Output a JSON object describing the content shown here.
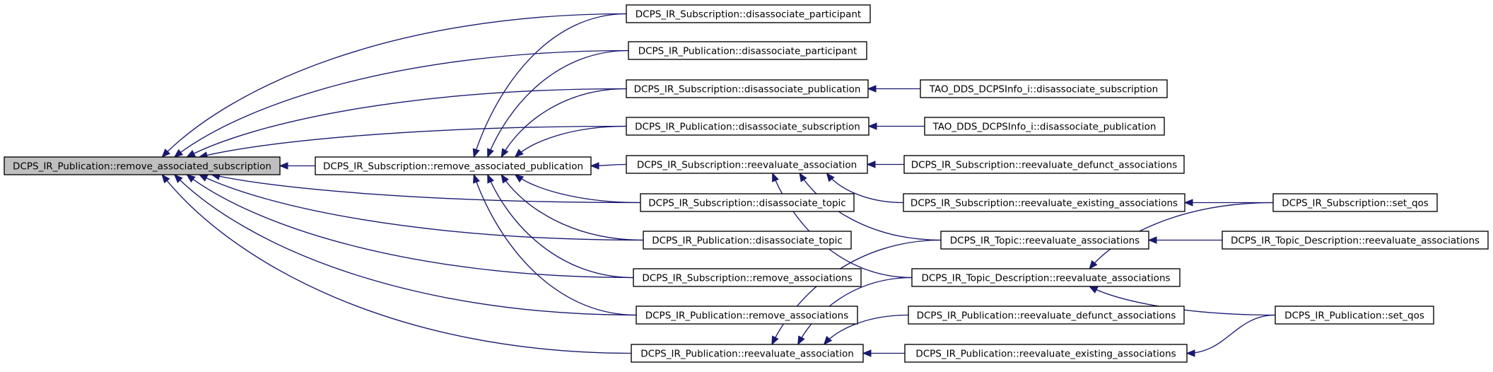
{
  "diagram": {
    "type": "caller-graph",
    "colors": {
      "edge": "#191970",
      "root_fill": "#bfbfbf",
      "node_fill": "#ffffff",
      "border": "#000000"
    },
    "nodes": [
      {
        "id": "pub_remove_assoc_sub",
        "label": "DCPS_IR_Publication::remove_associated_subscription",
        "root": true
      },
      {
        "id": "sub_remove_assoc_pub",
        "label": "DCPS_IR_Subscription::remove_associated_publication"
      },
      {
        "id": "sub_disassoc_participant",
        "label": "DCPS_IR_Subscription::disassociate_participant"
      },
      {
        "id": "pub_disassoc_participant",
        "label": "DCPS_IR_Publication::disassociate_participant"
      },
      {
        "id": "sub_disassoc_publication",
        "label": "DCPS_IR_Subscription::disassociate_publication"
      },
      {
        "id": "pub_disassoc_subscription",
        "label": "DCPS_IR_Publication::disassociate_subscription"
      },
      {
        "id": "sub_reeval_assoc",
        "label": "DCPS_IR_Subscription::reevaluate_association"
      },
      {
        "id": "sub_disassoc_topic",
        "label": "DCPS_IR_Subscription::disassociate_topic"
      },
      {
        "id": "pub_disassoc_topic",
        "label": "DCPS_IR_Publication::disassociate_topic"
      },
      {
        "id": "sub_remove_assocs",
        "label": "DCPS_IR_Subscription::remove_associations"
      },
      {
        "id": "pub_remove_assocs",
        "label": "DCPS_IR_Publication::remove_associations"
      },
      {
        "id": "pub_reeval_assoc",
        "label": "DCPS_IR_Publication::reevaluate_association"
      },
      {
        "id": "tao_disassoc_subscription",
        "label": "TAO_DDS_DCPSInfo_i::disassociate_subscription"
      },
      {
        "id": "tao_disassoc_publication",
        "label": "TAO_DDS_DCPSInfo_i::disassociate_publication"
      },
      {
        "id": "sub_reeval_defunct",
        "label": "DCPS_IR_Subscription::reevaluate_defunct_associations"
      },
      {
        "id": "sub_reeval_existing",
        "label": "DCPS_IR_Subscription::reevaluate_existing_associations"
      },
      {
        "id": "topic_reeval_assocs",
        "label": "DCPS_IR_Topic::reevaluate_associations"
      },
      {
        "id": "topicdesc_reeval_assocs",
        "label": "DCPS_IR_Topic_Description::reevaluate_associations"
      },
      {
        "id": "pub_reeval_defunct",
        "label": "DCPS_IR_Publication::reevaluate_defunct_associations"
      },
      {
        "id": "pub_reeval_existing",
        "label": "DCPS_IR_Publication::reevaluate_existing_associations"
      },
      {
        "id": "sub_set_qos",
        "label": "DCPS_IR_Subscription::set_qos"
      },
      {
        "id": "topicdesc2_reeval_assocs",
        "label": "DCPS_IR_Topic_Description::reevaluate_associations"
      },
      {
        "id": "pub_set_qos",
        "label": "DCPS_IR_Publication::set_qos"
      }
    ],
    "edges": [
      {
        "from": "sub_remove_assoc_pub",
        "to": "pub_remove_assoc_sub"
      },
      {
        "from": "sub_disassoc_participant",
        "to": "pub_remove_assoc_sub"
      },
      {
        "from": "pub_disassoc_participant",
        "to": "pub_remove_assoc_sub"
      },
      {
        "from": "sub_disassoc_publication",
        "to": "pub_remove_assoc_sub"
      },
      {
        "from": "pub_disassoc_subscription",
        "to": "pub_remove_assoc_sub"
      },
      {
        "from": "sub_disassoc_topic",
        "to": "pub_remove_assoc_sub"
      },
      {
        "from": "pub_disassoc_topic",
        "to": "pub_remove_assoc_sub"
      },
      {
        "from": "sub_remove_assocs",
        "to": "pub_remove_assoc_sub"
      },
      {
        "from": "pub_remove_assocs",
        "to": "pub_remove_assoc_sub"
      },
      {
        "from": "pub_reeval_assoc",
        "to": "pub_remove_assoc_sub"
      },
      {
        "from": "sub_disassoc_participant",
        "to": "sub_remove_assoc_pub"
      },
      {
        "from": "pub_disassoc_participant",
        "to": "sub_remove_assoc_pub"
      },
      {
        "from": "sub_disassoc_publication",
        "to": "sub_remove_assoc_pub"
      },
      {
        "from": "pub_disassoc_subscription",
        "to": "sub_remove_assoc_pub"
      },
      {
        "from": "sub_reeval_assoc",
        "to": "sub_remove_assoc_pub"
      },
      {
        "from": "sub_disassoc_topic",
        "to": "sub_remove_assoc_pub"
      },
      {
        "from": "pub_disassoc_topic",
        "to": "sub_remove_assoc_pub"
      },
      {
        "from": "sub_remove_assocs",
        "to": "sub_remove_assoc_pub"
      },
      {
        "from": "pub_remove_assocs",
        "to": "sub_remove_assoc_pub"
      },
      {
        "from": "tao_disassoc_subscription",
        "to": "sub_disassoc_publication"
      },
      {
        "from": "tao_disassoc_publication",
        "to": "pub_disassoc_subscription"
      },
      {
        "from": "sub_reeval_defunct",
        "to": "sub_reeval_assoc"
      },
      {
        "from": "sub_reeval_existing",
        "to": "sub_reeval_assoc"
      },
      {
        "from": "topic_reeval_assocs",
        "to": "sub_reeval_assoc"
      },
      {
        "from": "topicdesc_reeval_assocs",
        "to": "sub_reeval_assoc"
      },
      {
        "from": "sub_set_qos",
        "to": "sub_reeval_existing"
      },
      {
        "from": "topicdesc2_reeval_assocs",
        "to": "topic_reeval_assocs"
      },
      {
        "from": "sub_set_qos",
        "to": "topicdesc_reeval_assocs"
      },
      {
        "from": "pub_set_qos",
        "to": "topicdesc_reeval_assocs"
      },
      {
        "from": "topic_reeval_assocs",
        "to": "pub_reeval_assoc"
      },
      {
        "from": "topicdesc_reeval_assocs",
        "to": "pub_reeval_assoc"
      },
      {
        "from": "pub_reeval_defunct",
        "to": "pub_reeval_assoc"
      },
      {
        "from": "pub_reeval_existing",
        "to": "pub_reeval_assoc"
      },
      {
        "from": "pub_set_qos",
        "to": "pub_reeval_existing"
      }
    ]
  }
}
